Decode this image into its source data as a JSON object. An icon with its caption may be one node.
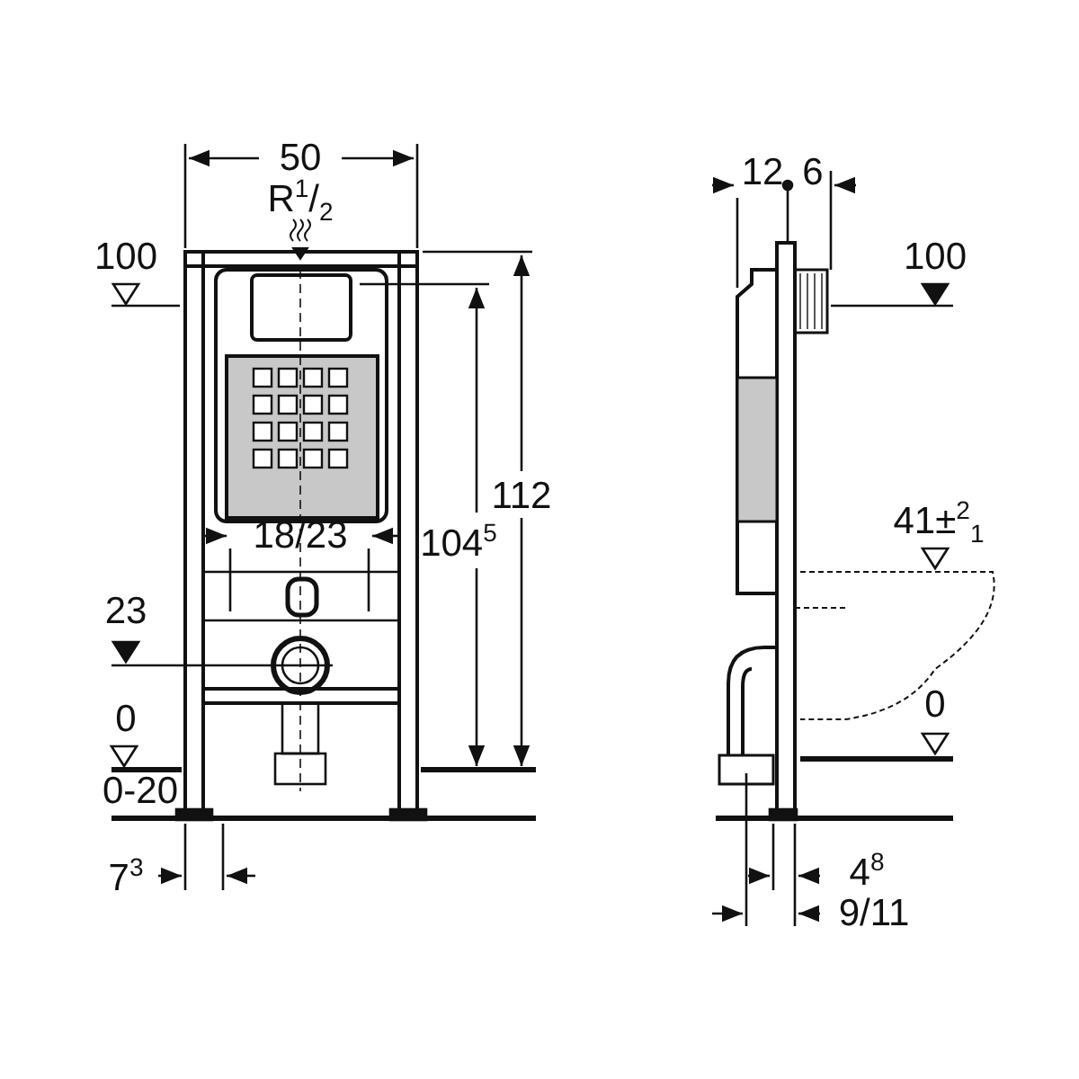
{
  "diagram": {
    "labels": [
      "50",
      "R$^{1}$/$_{2}$",
      "12",
      "6",
      "100",
      "100",
      "112",
      "104$^{5}$",
      "18/23",
      "41±$^{2}$$_{1}$",
      "23",
      "0",
      "0",
      "0-20",
      "4$^{8}$",
      "7$^{3}$",
      "9/11"
    ]
  }
}
